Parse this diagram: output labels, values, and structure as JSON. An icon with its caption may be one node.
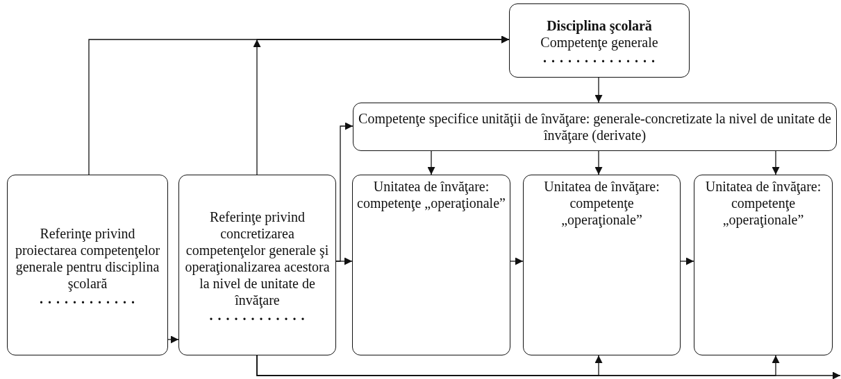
{
  "diagram": {
    "nodes": [
      {
        "text": [
          "Disciplina şcolară",
          "Competenţe generale",
          ". . . . . . . . . . . . . ."
        ]
      },
      {
        "text": [
          "Competenţe specifice unităţii de învăţare: generale-concretizate la nivel de unitate de învăţare (derivate)"
        ]
      },
      {
        "text": [
          "Referinţe privind proiectarea competenţelor generale pentru disciplina şcolară",
          ". . . . . . . . . . . ."
        ]
      },
      {
        "text": [
          "Referinţe privind concretizarea competenţelor generale şi operaţionalizarea acestora la nivel de unitate de învăţare",
          ". . . . . . . . . . . ."
        ]
      },
      {
        "text": [
          "Unitatea de învăţare: competenţe „operaţionale”"
        ]
      },
      {
        "text": [
          "Unitatea de învăţare: competenţe „operaţionale”"
        ]
      },
      {
        "text": [
          "Unitatea de învăţare: competenţe „operaţionale”"
        ]
      }
    ],
    "edges": [
      {
        "from": 2,
        "to": 0,
        "arrow": "to"
      },
      {
        "from": 3,
        "to": 0,
        "arrow": "to"
      },
      {
        "from": 0,
        "to": 1,
        "arrow": "to"
      },
      {
        "from": 1,
        "to": 4,
        "arrow": "to"
      },
      {
        "from": 1,
        "to": 5,
        "arrow": "to"
      },
      {
        "from": 1,
        "to": 6,
        "arrow": "to"
      },
      {
        "from": 2,
        "to": 3,
        "arrow": "to"
      },
      {
        "from": 3,
        "to": 1,
        "arrow": "to"
      },
      {
        "from": 3,
        "to": 4,
        "arrow": "to"
      },
      {
        "from": 4,
        "to": 5,
        "arrow": "to"
      },
      {
        "from": 5,
        "to": 6,
        "arrow": "to"
      },
      {
        "from": 3,
        "to": 5,
        "arrow": "to"
      },
      {
        "from": 3,
        "to": 6,
        "arrow": "to"
      },
      {
        "from": 3,
        "to": null,
        "arrow": "to"
      }
    ]
  }
}
